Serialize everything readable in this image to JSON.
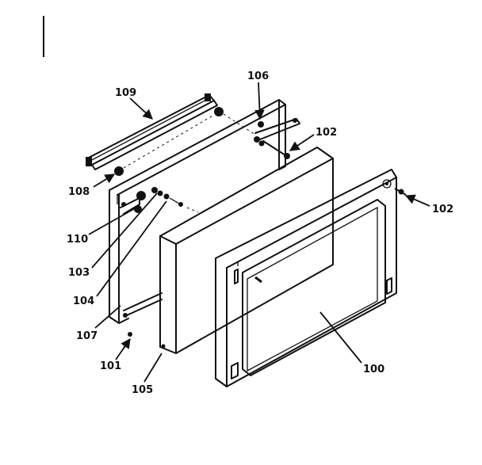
{
  "callouts": {
    "c100": "100",
    "c101": "101",
    "c102a": "102",
    "c102b": "102",
    "c103": "103",
    "c104": "104",
    "c105": "105",
    "c106": "106",
    "c107": "107",
    "c108": "108",
    "c109": "109",
    "c110": "110"
  }
}
